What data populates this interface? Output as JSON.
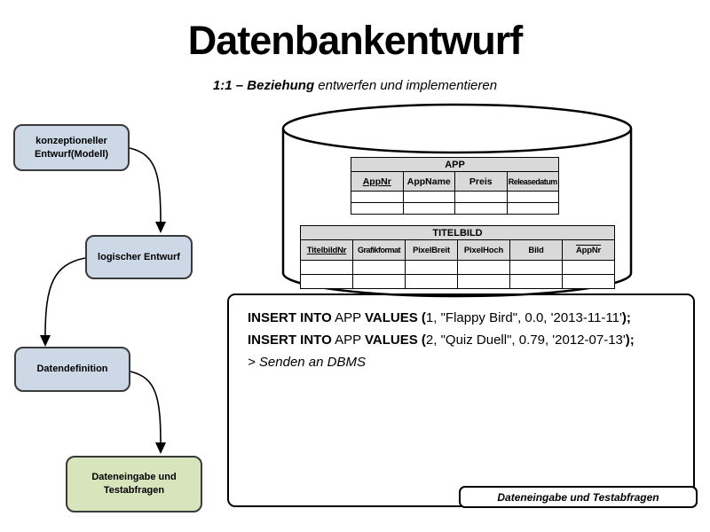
{
  "slide": {
    "title": "Datenbankentwurf",
    "subtitle_bold": "1:1 – Beziehung",
    "subtitle_rest": " entwerfen und implementieren"
  },
  "flowchart": {
    "steps": [
      {
        "label": "konzeptioneller Entwurf(Modell)"
      },
      {
        "label": "logischer Entwurf"
      },
      {
        "label": "Datendefinition"
      },
      {
        "label": "Dateneingabe und Testabfragen"
      }
    ]
  },
  "database": {
    "tables": [
      {
        "name": "APP",
        "columns": [
          {
            "label": "AppNr",
            "key": "primary"
          },
          {
            "label": "AppName",
            "key": "none"
          },
          {
            "label": "Preis",
            "key": "none"
          },
          {
            "label": "Releasedatum",
            "key": "none"
          }
        ],
        "empty_rows": 2
      },
      {
        "name": "TITELBILD",
        "columns": [
          {
            "label": "TitelbildNr",
            "key": "primary"
          },
          {
            "label": "Grafikformat",
            "key": "none"
          },
          {
            "label": "PixelBreit",
            "key": "none"
          },
          {
            "label": "PixelHoch",
            "key": "none"
          },
          {
            "label": "Bild",
            "key": "none"
          },
          {
            "label": "AppNr",
            "key": "foreign"
          }
        ],
        "empty_rows": 2
      }
    ]
  },
  "sql_box": {
    "lines": [
      {
        "kw1": "INSERT INTO",
        "table": " APP ",
        "kw2": "VALUES (",
        "vals": "1, \"Flappy Bird\", 0.0, '2013-11-11'",
        "kw3": ");"
      },
      {
        "kw1": "INSERT INTO",
        "table": " APP ",
        "kw2": "VALUES (",
        "vals": "2, \"Quiz Duell\", 0.79, '2012-07-13'",
        "kw3": ");"
      }
    ],
    "prompt": "> Senden an DBMS"
  },
  "footer_label": "Dateneingabe und Testabfragen",
  "colors": {
    "step_blue": "#cdd8e6",
    "step_green": "#d8e4bc",
    "table_header_gray": "#d9d9d9",
    "stroke": "#000000"
  }
}
